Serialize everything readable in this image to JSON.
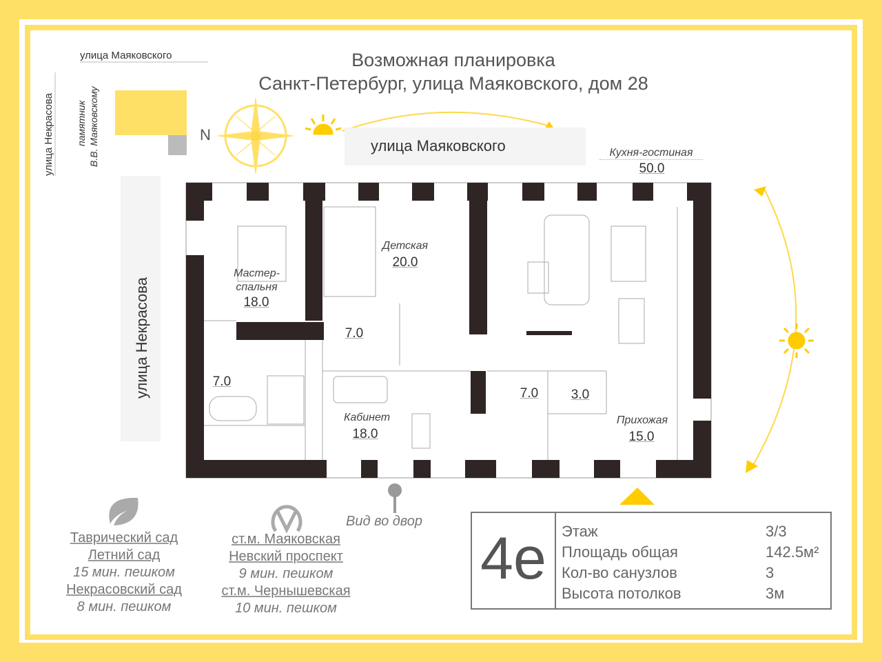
{
  "header": {
    "line1": "Возможная планировка",
    "line2": "Санкт-Петербург, улица Маяковского, дом 28"
  },
  "map": {
    "street_top": "улица Маяковского",
    "street_left": "улица Некрасова",
    "monument_1": "памятник",
    "monument_2": "В.В. Маяковскому",
    "north": "N",
    "street_main": "улица Маяковского",
    "street_side": "улица Некрасова"
  },
  "rooms": [
    {
      "name": "Кухня-гостиная",
      "area": "50.0"
    },
    {
      "name": "Детская",
      "area": "20.0"
    },
    {
      "name": "Мастер-\nспальня",
      "area": "18.0"
    },
    {
      "name": "",
      "area": "7.0"
    },
    {
      "name": "",
      "area": "7.0"
    },
    {
      "name": "Кабинет",
      "area": "18.0"
    },
    {
      "name": "",
      "area": "7.0"
    },
    {
      "name": "",
      "area": "3.0"
    },
    {
      "name": "Прихожая",
      "area": "15.0"
    }
  ],
  "view": "Вид во двор",
  "parks": {
    "p1": "Таврический сад",
    "p2": "Летний сад",
    "t1": "15 мин. пешком",
    "p3": "Некрасовский сад",
    "t2": "8 мин. пешком"
  },
  "metro": {
    "m1": "ст.м. Маяковская",
    "m2": "Невский проспект",
    "t1": "9 мин. пешком",
    "m3": "ст.м. Чернышевская",
    "t2": "10 мин. пешком"
  },
  "info": {
    "rooms": "4е",
    "rows": [
      {
        "label": "Этаж",
        "value": "3/3"
      },
      {
        "label": "Площадь общая",
        "value": "142.5м²"
      },
      {
        "label": "Кол-во санузлов",
        "value": "3"
      },
      {
        "label": "Высота потолков",
        "value": "3м"
      }
    ]
  },
  "colors": {
    "accent": "#FFE066",
    "wall": "#2e2524",
    "sun": "#FFCC00"
  }
}
